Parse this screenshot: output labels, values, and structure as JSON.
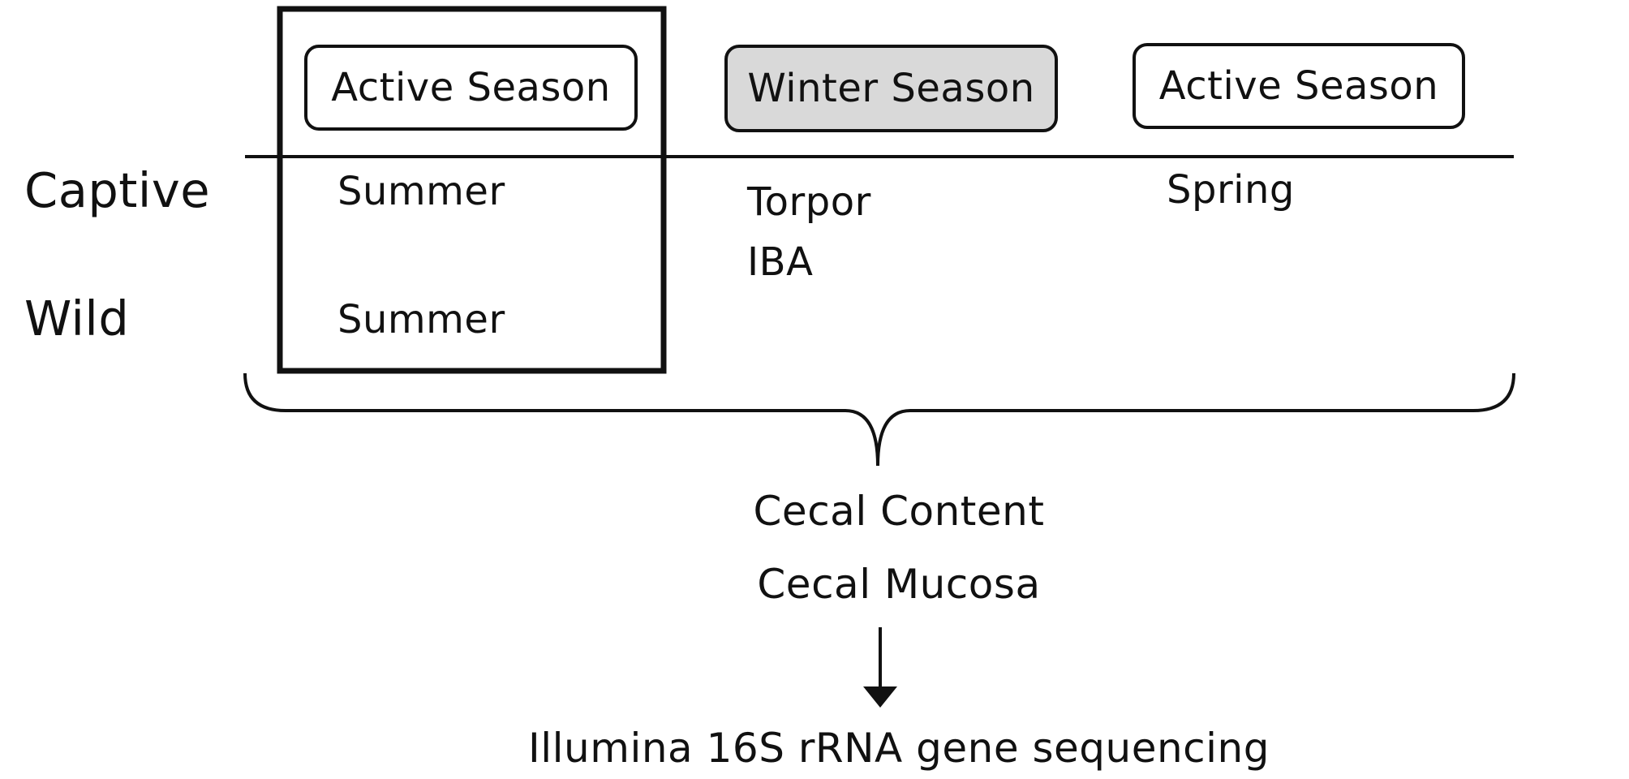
{
  "seasons": [
    {
      "label": "Active Season",
      "fill": "#ffffff"
    },
    {
      "label": "Winter Season",
      "fill": "#d9d9d9"
    },
    {
      "label": "Active Season",
      "fill": "#ffffff"
    }
  ],
  "rows": [
    {
      "label": "Captive",
      "cells": [
        "Summer",
        "Torpor\nIBA",
        "Spring"
      ]
    },
    {
      "label": "Wild",
      "cells": [
        "Summer",
        "",
        ""
      ]
    }
  ],
  "samples": [
    "Cecal Content",
    "Cecal Mucosa"
  ],
  "method": "Illumina 16S rRNA gene sequencing",
  "colors": {
    "line": "#111111",
    "winter_fill": "#d9d9d9",
    "background": "#ffffff"
  }
}
